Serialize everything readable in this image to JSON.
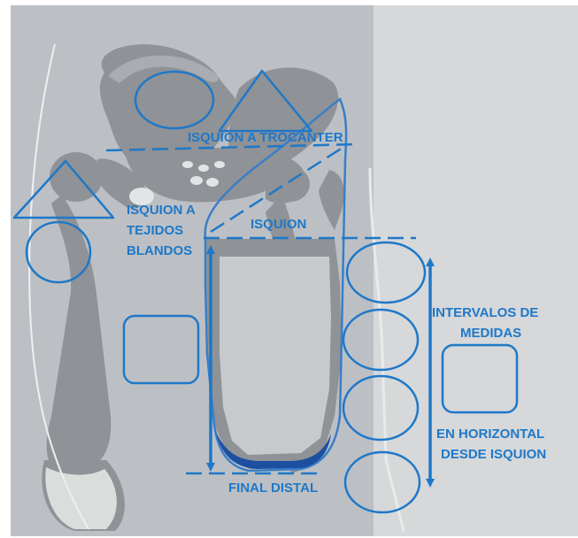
{
  "colors": {
    "background": "#bcc0c5",
    "panel_right": "#d6d8da",
    "bone": "#8f9296",
    "bone_light": "#eceded",
    "annotation": "#1f78c8",
    "socket_shadow": "#1d4fa0"
  },
  "labels": {
    "isquion_trocanter": "ISQUION A TROCANTER",
    "isquion_tejidos_1": "ISQUION A",
    "isquion_tejidos_2": "TEJIDOS",
    "isquion_tejidos_3": "BLANDOS",
    "isquion": "ISQUION",
    "intervalos_1": "INTERVALOS DE",
    "intervalos_2": "MEDIDAS",
    "horizontal_1": "EN HORIZONTAL",
    "horizontal_2": "DESDE ISQUION",
    "final_distal": "FINAL DISTAL"
  }
}
